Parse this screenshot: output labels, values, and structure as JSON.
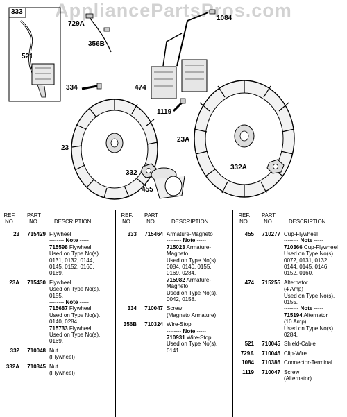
{
  "watermark": "AppliancePartsPros.com",
  "diagram": {
    "callouts": [
      {
        "id": "333",
        "text": "333"
      },
      {
        "id": "521",
        "text": "521"
      },
      {
        "id": "729a",
        "text": "729A"
      },
      {
        "id": "356b",
        "text": "356B"
      },
      {
        "id": "1084",
        "text": "1084"
      },
      {
        "id": "334",
        "text": "334"
      },
      {
        "id": "474",
        "text": "474"
      },
      {
        "id": "1119",
        "text": "1119"
      },
      {
        "id": "23",
        "text": "23"
      },
      {
        "id": "23a",
        "text": "23A"
      },
      {
        "id": "332",
        "text": "332"
      },
      {
        "id": "332a",
        "text": "332A"
      },
      {
        "id": "455",
        "text": "455"
      }
    ]
  },
  "table": {
    "headers": {
      "ref": [
        "REF.",
        "NO."
      ],
      "part": [
        "PART",
        "NO."
      ],
      "desc": "DESCRIPTION"
    },
    "columns": [
      [
        {
          "ref": "23",
          "part": "715429",
          "lines": [
            {
              "t": "Flywheel"
            },
            {
              "t": "-------- Note -----"
            },
            {
              "t": "715598 Flywheel",
              "b": "715598"
            },
            {
              "t": "Used on Type No(s)."
            },
            {
              "t": "0131, 0132, 0144,"
            },
            {
              "t": "0145, 0152, 0160,"
            },
            {
              "t": "0169."
            }
          ]
        },
        {
          "ref": "23A",
          "part": "715430",
          "lines": [
            {
              "t": "Flywheel"
            },
            {
              "t": "Used on Type No(s)."
            },
            {
              "t": "0155."
            },
            {
              "t": "-------- Note -----"
            },
            {
              "t": "715687 Flywheel",
              "b": "715687"
            },
            {
              "t": "Used on Type No(s)."
            },
            {
              "t": "0140, 0284."
            },
            {
              "t": "715733 Flywheel",
              "b": "715733"
            },
            {
              "t": "Used on Type No(s)."
            },
            {
              "t": "0169."
            }
          ]
        },
        {
          "ref": "332",
          "part": "710048",
          "lines": [
            {
              "t": "Nut"
            },
            {
              "t": "(Flywheel)"
            }
          ]
        },
        {
          "ref": "332A",
          "part": "710345",
          "lines": [
            {
              "t": "Nut"
            },
            {
              "t": "(Flywheel)"
            }
          ]
        }
      ],
      [
        {
          "ref": "333",
          "part": "715464",
          "lines": [
            {
              "t": "Armature-Magneto"
            },
            {
              "t": "-------- Note -----"
            },
            {
              "t": "715023 Armature-",
              "b": "715023"
            },
            {
              "t": "Magneto"
            },
            {
              "t": "Used on Type No(s)."
            },
            {
              "t": "0084, 0140, 0155,"
            },
            {
              "t": "0169, 0284."
            },
            {
              "t": "715982 Armature-",
              "b": "715982"
            },
            {
              "t": "Magneto"
            },
            {
              "t": "Used on Type No(s)."
            },
            {
              "t": "0042, 0158."
            }
          ]
        },
        {
          "ref": "334",
          "part": "710047",
          "lines": [
            {
              "t": "Screw"
            },
            {
              "t": "(Magneto Armature)"
            }
          ]
        },
        {
          "ref": "356B",
          "part": "710324",
          "lines": [
            {
              "t": "Wire-Stop"
            },
            {
              "t": "-------- Note -----"
            },
            {
              "t": "710931 Wire-Stop",
              "b": "710931"
            },
            {
              "t": "Used on Type No(s)."
            },
            {
              "t": "0141."
            }
          ]
        }
      ],
      [
        {
          "ref": "455",
          "part": "710277",
          "lines": [
            {
              "t": "Cup-Flywheel"
            },
            {
              "t": "-------- Note -----"
            },
            {
              "t": "710366 Cup-Flywheel",
              "b": "710366"
            },
            {
              "t": "Used on Type No(s)."
            },
            {
              "t": "0072, 0131, 0132,"
            },
            {
              "t": "0144, 0145, 0146,"
            },
            {
              "t": "0152, 0160."
            }
          ]
        },
        {
          "ref": "474",
          "part": "715255",
          "lines": [
            {
              "t": "Alternator"
            },
            {
              "t": "(4 Amp)"
            },
            {
              "t": "Used on Type No(s)."
            },
            {
              "t": "0155."
            },
            {
              "t": "-------- Note -----"
            },
            {
              "t": "715194 Alternator",
              "b": "715194"
            },
            {
              "t": "(10 Amp)"
            },
            {
              "t": "Used on Type No(s)."
            },
            {
              "t": "0284."
            }
          ]
        },
        {
          "ref": "521",
          "part": "710045",
          "lines": [
            {
              "t": "Shield-Cable"
            }
          ]
        },
        {
          "ref": "729A",
          "part": "710046",
          "lines": [
            {
              "t": "Clip-Wire"
            }
          ]
        },
        {
          "ref": "1084",
          "part": "710386",
          "lines": [
            {
              "t": "Connector-Terminal"
            }
          ]
        },
        {
          "ref": "1119",
          "part": "710047",
          "lines": [
            {
              "t": "Screw"
            },
            {
              "t": "(Alternator)"
            }
          ]
        }
      ]
    ]
  }
}
